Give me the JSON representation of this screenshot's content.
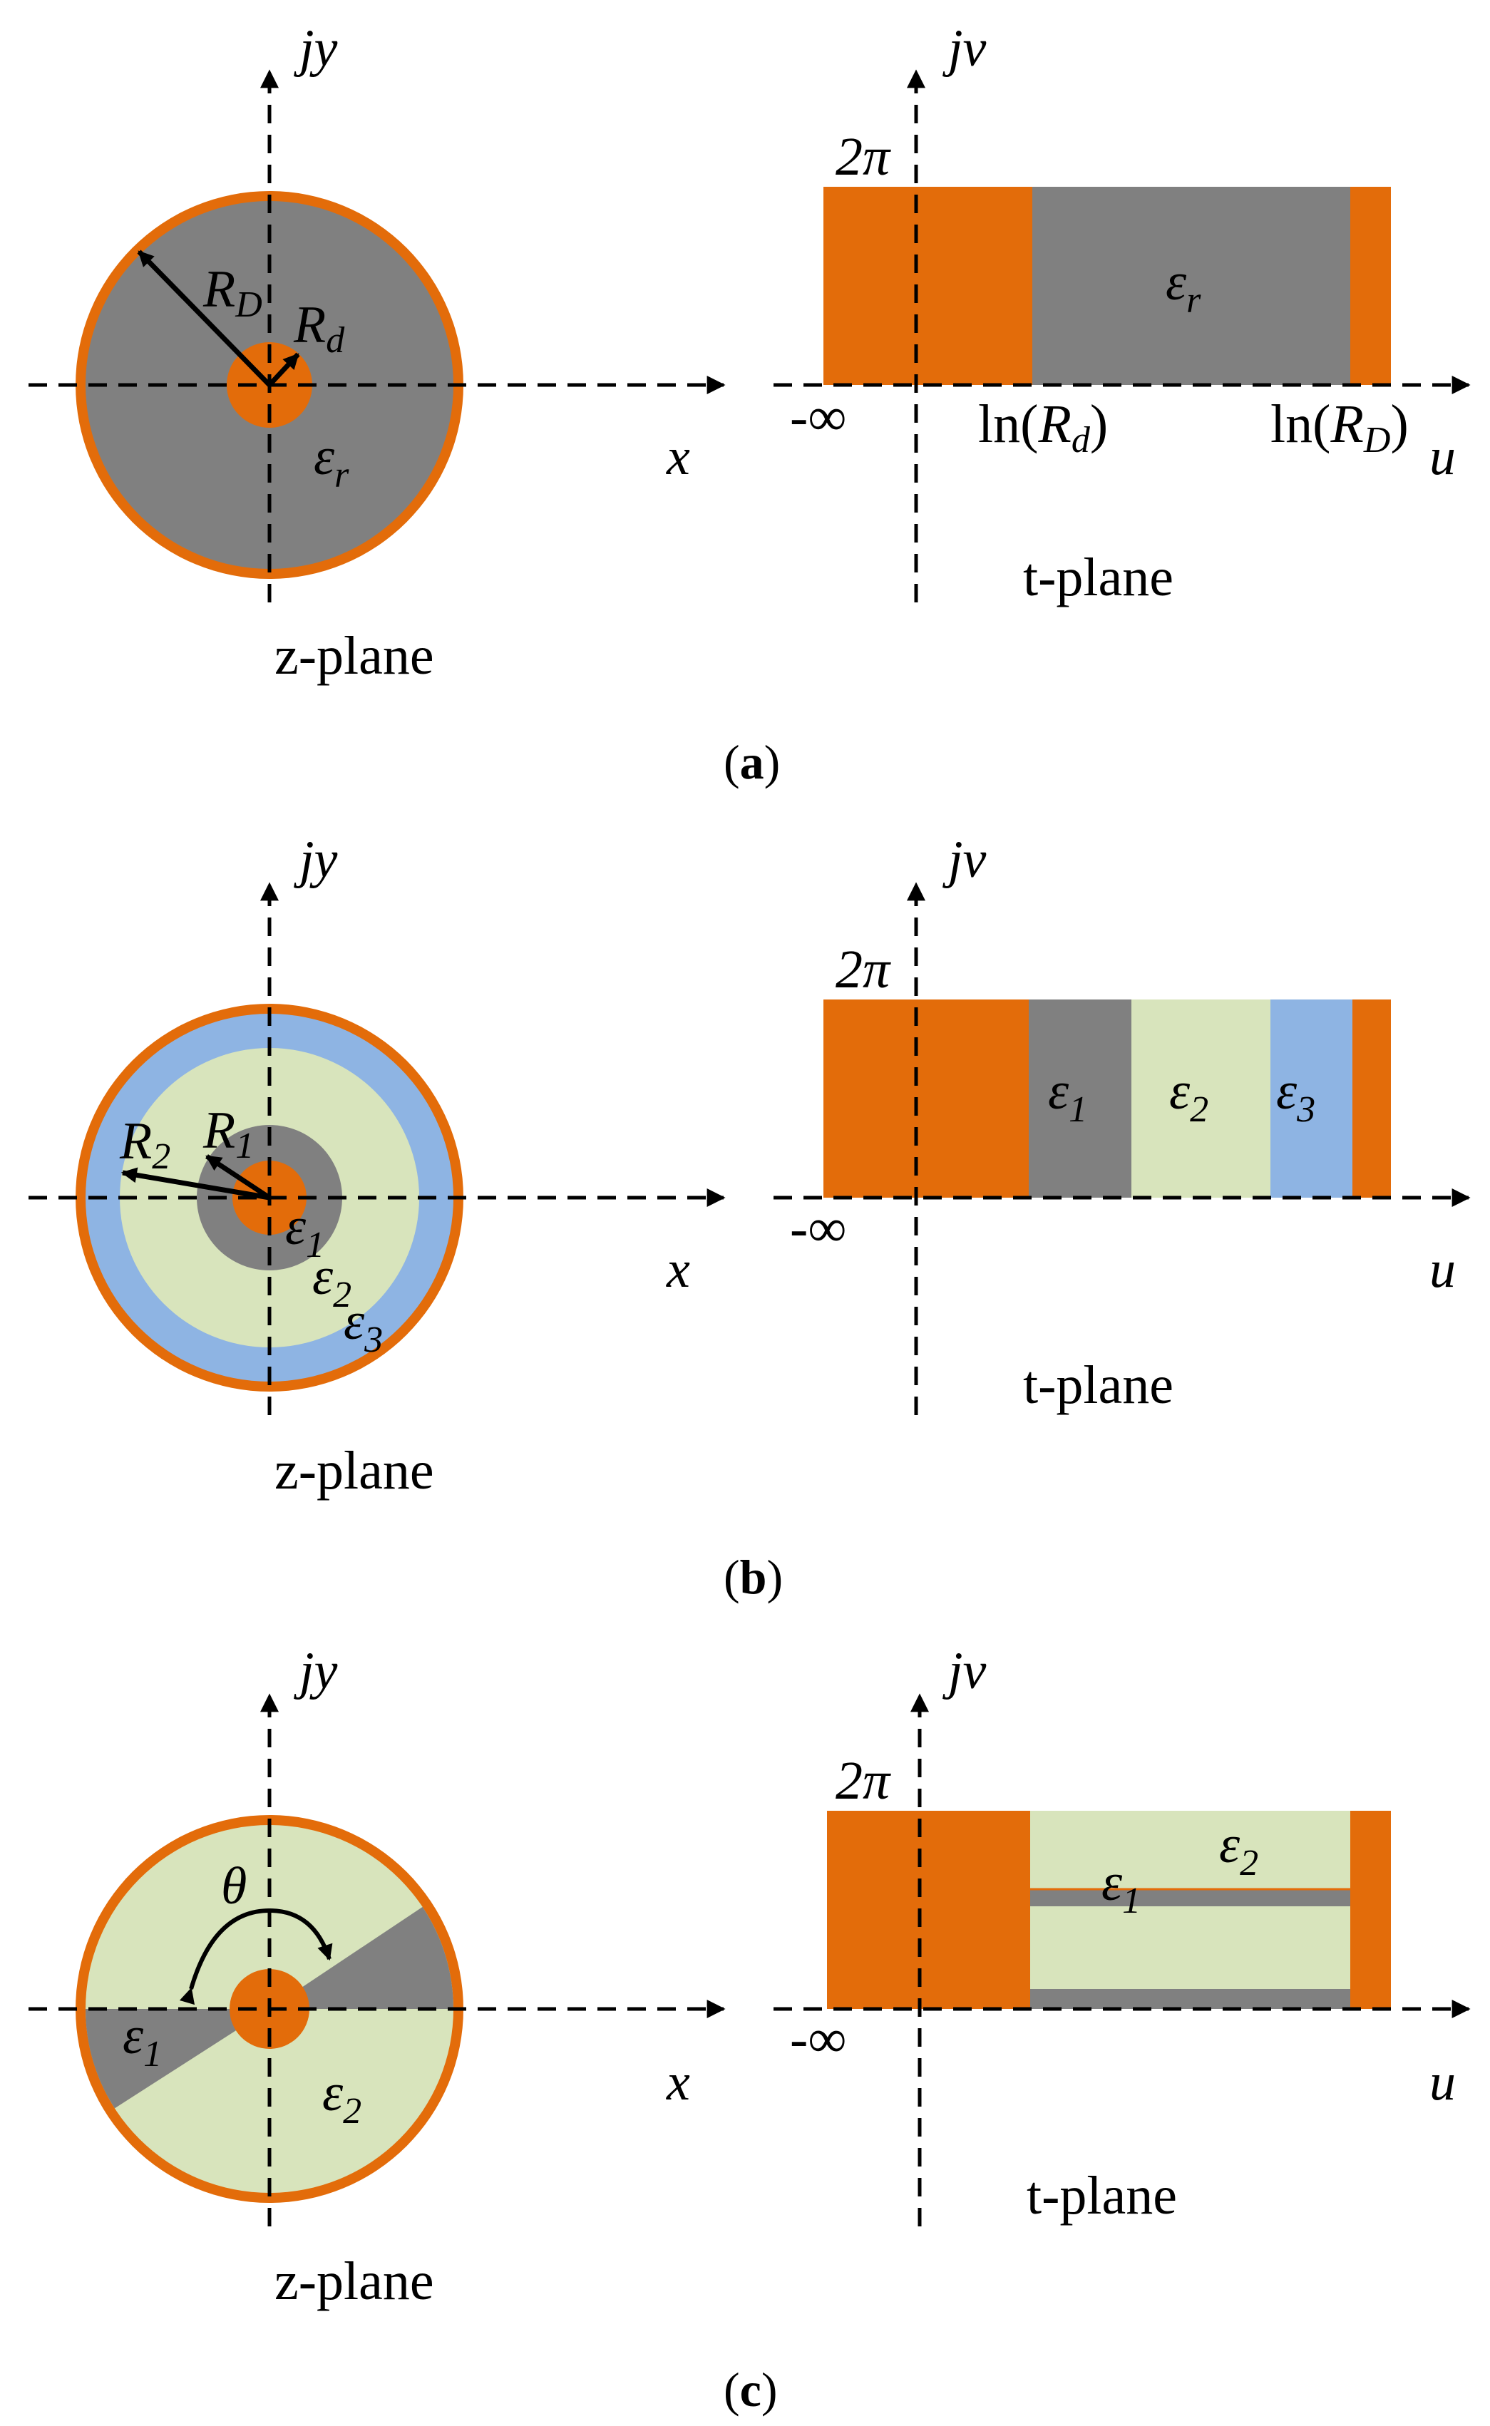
{
  "colors": {
    "conductor": "#E36C0A",
    "dielectric_r": "#808080",
    "eps1": "#808080",
    "eps2": "#D8E4BC",
    "eps3": "#8EB4E3",
    "axis": "#000000"
  },
  "axes": {
    "z_vertical": "jy",
    "z_horizontal": "x",
    "t_vertical": "jv",
    "t_horizontal": "u"
  },
  "planes": {
    "z": "z-plane",
    "t": "t-plane"
  },
  "symbols": {
    "two_pi": "2π",
    "minus_inf": "-∞",
    "eps": "ε",
    "sub_r": "r",
    "sub_1": "1",
    "sub_2": "2",
    "sub_3": "3",
    "R": "R",
    "sub_D": "D",
    "sub_d": "d",
    "ln_open": "ln(",
    "ln_close": ")",
    "theta": "θ"
  },
  "captions": {
    "a": {
      "open": "(",
      "letter": "a",
      "close": ")"
    },
    "b": {
      "open": "(",
      "letter": "b",
      "close": ")"
    },
    "c": {
      "open": "(",
      "letter": "c",
      "close": ")"
    }
  }
}
